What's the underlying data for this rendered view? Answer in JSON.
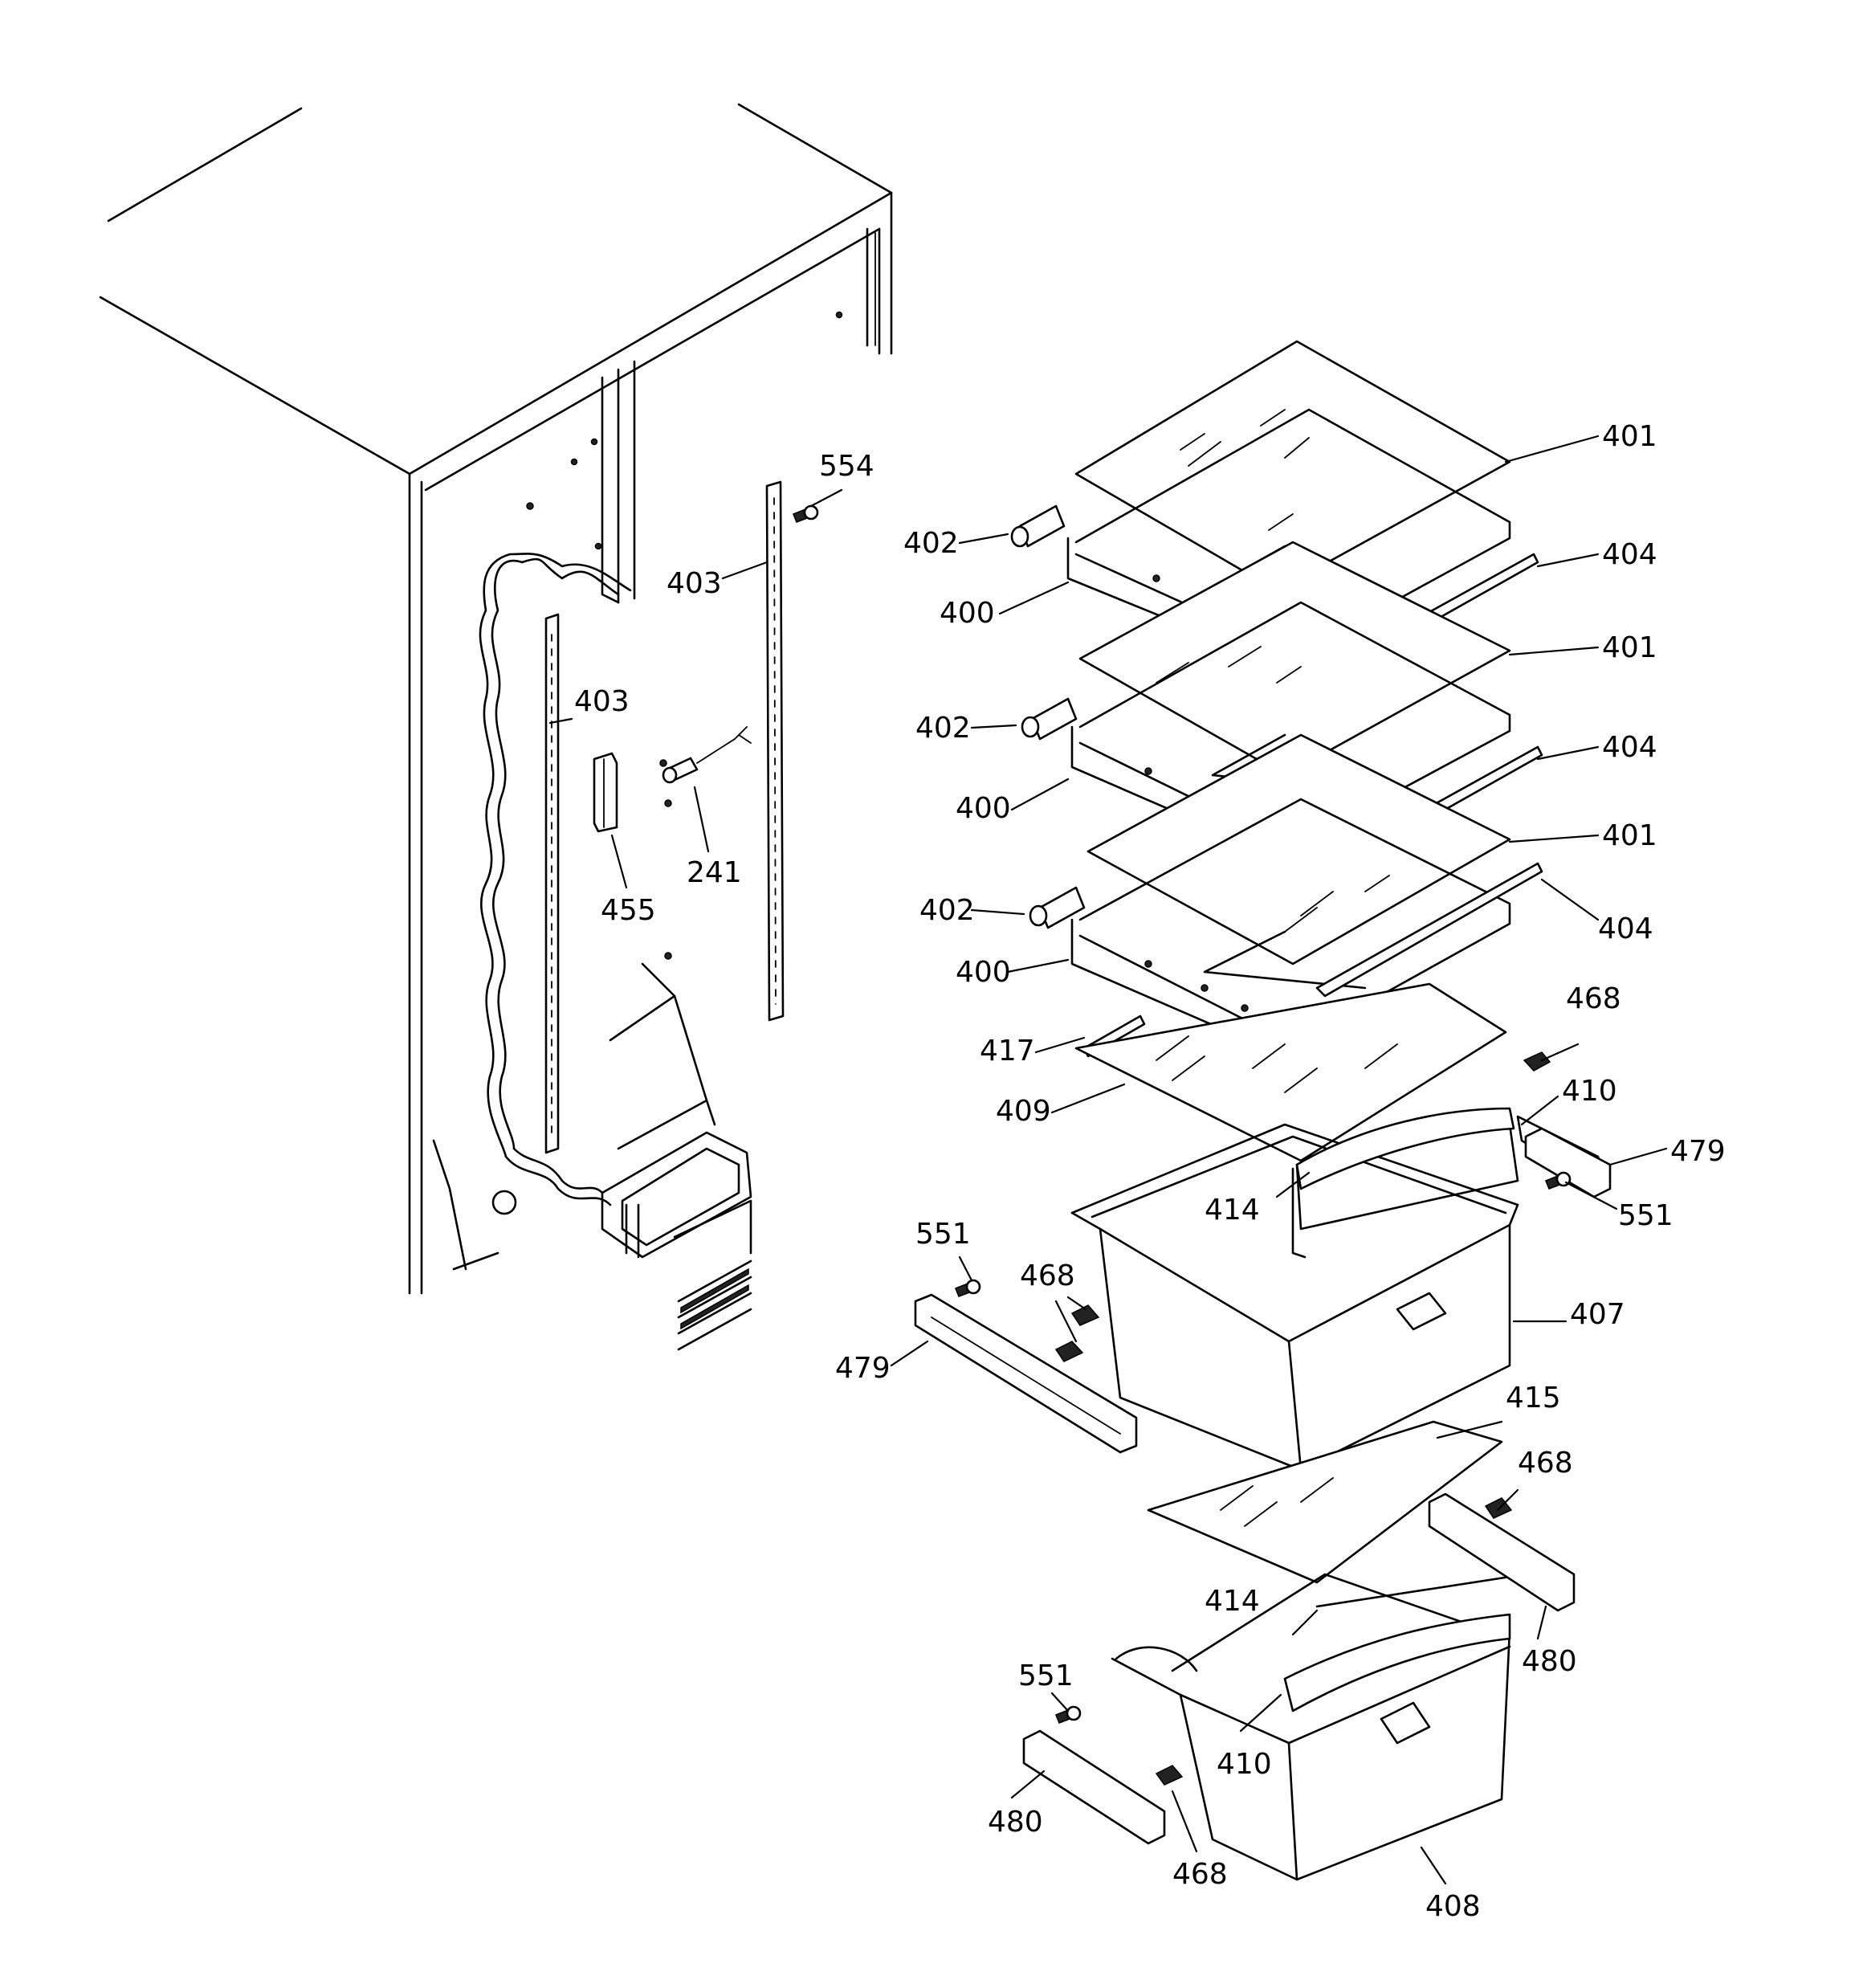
{
  "callouts": [
    {
      "id": "c401a",
      "label": "401"
    },
    {
      "id": "c401b",
      "label": "401"
    },
    {
      "id": "c401c",
      "label": "401"
    },
    {
      "id": "c402a",
      "label": "402"
    },
    {
      "id": "c402b",
      "label": "402"
    },
    {
      "id": "c402c",
      "label": "402"
    },
    {
      "id": "c400a",
      "label": "400"
    },
    {
      "id": "c400b",
      "label": "400"
    },
    {
      "id": "c400c",
      "label": "400"
    },
    {
      "id": "c404a",
      "label": "404"
    },
    {
      "id": "c404b",
      "label": "404"
    },
    {
      "id": "c404c",
      "label": "404"
    },
    {
      "id": "c554",
      "label": "554"
    },
    {
      "id": "c403a",
      "label": "403"
    },
    {
      "id": "c403b",
      "label": "403"
    },
    {
      "id": "c241",
      "label": "241"
    },
    {
      "id": "c455",
      "label": "455"
    },
    {
      "id": "c417",
      "label": "417"
    },
    {
      "id": "c409",
      "label": "409"
    },
    {
      "id": "c468a",
      "label": "468"
    },
    {
      "id": "c468b",
      "label": "468"
    },
    {
      "id": "c468c",
      "label": "468"
    },
    {
      "id": "c468d",
      "label": "468"
    },
    {
      "id": "c410a",
      "label": "410"
    },
    {
      "id": "c410b",
      "label": "410"
    },
    {
      "id": "c479a",
      "label": "479"
    },
    {
      "id": "c479b",
      "label": "479"
    },
    {
      "id": "c551a",
      "label": "551"
    },
    {
      "id": "c551b",
      "label": "551"
    },
    {
      "id": "c551c",
      "label": "551"
    },
    {
      "id": "c414a",
      "label": "414"
    },
    {
      "id": "c414b",
      "label": "414"
    },
    {
      "id": "c407",
      "label": "407"
    },
    {
      "id": "c415",
      "label": "415"
    },
    {
      "id": "c480a",
      "label": "480"
    },
    {
      "id": "c480b",
      "label": "480"
    },
    {
      "id": "c408",
      "label": "408"
    }
  ]
}
